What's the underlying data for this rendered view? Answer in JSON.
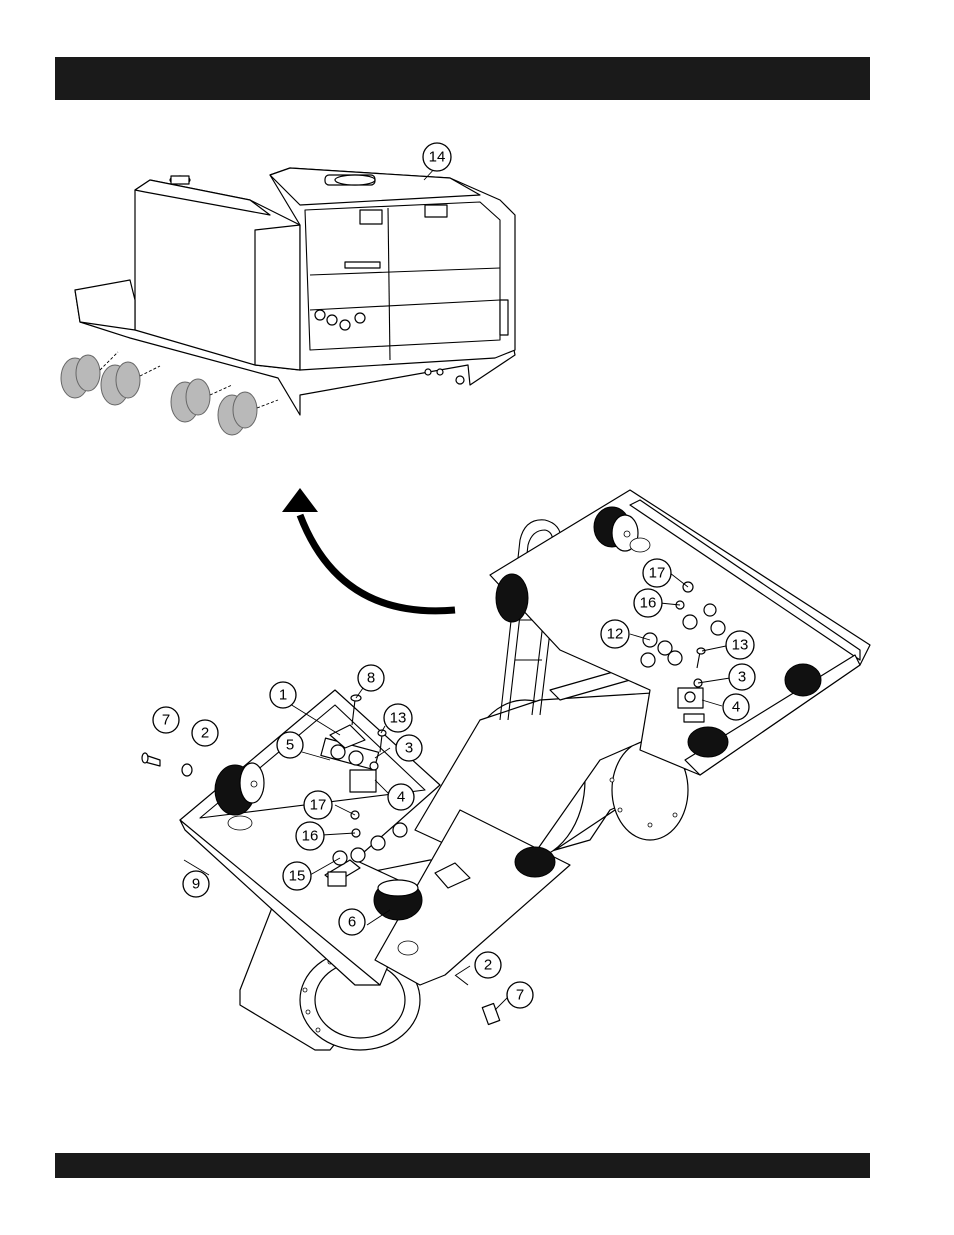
{
  "header": {
    "bar_color": "#1a1a1a"
  },
  "footer": {
    "bar_color": "#1a1a1a"
  },
  "callouts": [
    {
      "id": "c14",
      "label": "14"
    },
    {
      "id": "c8",
      "label": "8"
    },
    {
      "id": "c1",
      "label": "1"
    },
    {
      "id": "c7a",
      "label": "7"
    },
    {
      "id": "c2a",
      "label": "2"
    },
    {
      "id": "c13a",
      "label": "13"
    },
    {
      "id": "c5",
      "label": "5"
    },
    {
      "id": "c3a",
      "label": "3"
    },
    {
      "id": "c4a",
      "label": "4"
    },
    {
      "id": "c17a",
      "label": "17"
    },
    {
      "id": "c16a",
      "label": "16"
    },
    {
      "id": "c15",
      "label": "15"
    },
    {
      "id": "c9",
      "label": "9"
    },
    {
      "id": "c6",
      "label": "6"
    },
    {
      "id": "c2b",
      "label": "2"
    },
    {
      "id": "c7b",
      "label": "7"
    },
    {
      "id": "c17b",
      "label": "17"
    },
    {
      "id": "c16b",
      "label": "16"
    },
    {
      "id": "c12",
      "label": "12"
    },
    {
      "id": "c13b",
      "label": "13"
    },
    {
      "id": "c3b",
      "label": "3"
    },
    {
      "id": "c4b",
      "label": "4"
    }
  ]
}
